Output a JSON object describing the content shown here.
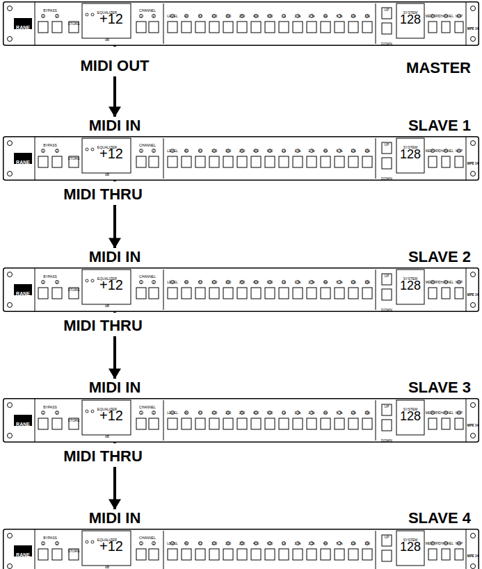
{
  "diagram": {
    "nodes": [
      {
        "text": [
          "MASTER",
          "RANE",
          "BYPASS",
          "1",
          "2",
          "STORE",
          "EQUALIZER",
          "+12",
          "dB",
          "CHANNEL",
          "1",
          "2",
          "LEVEL",
          "40",
          "63",
          "100",
          "160",
          "250",
          "400",
          "630",
          "1k",
          "1.6k",
          "2.5k",
          "4k",
          "6.3k",
          "10k",
          "16k",
          "UP",
          "DOWN",
          "SYSTEM",
          "128",
          "MEMORY",
          "CHANNEL",
          "MAP",
          "MPE 14"
        ]
      },
      {
        "text": [
          "SLAVE 1",
          "RANE",
          "BYPASS",
          "1",
          "2",
          "STORE",
          "EQUALIZER",
          "+12",
          "dB",
          "CHANNEL",
          "1",
          "2",
          "LEVEL",
          "40",
          "63",
          "100",
          "160",
          "250",
          "400",
          "630",
          "1k",
          "1.6k",
          "2.5k",
          "4k",
          "6.3k",
          "10k",
          "16k",
          "UP",
          "DOWN",
          "SYSTEM",
          "128",
          "MEMORY",
          "CHANNEL",
          "MAP",
          "MPE 14"
        ]
      },
      {
        "text": [
          "SLAVE 2",
          "RANE",
          "BYPASS",
          "1",
          "2",
          "STORE",
          "EQUALIZER",
          "+12",
          "dB",
          "CHANNEL",
          "1",
          "2",
          "LEVEL",
          "40",
          "63",
          "100",
          "160",
          "250",
          "400",
          "630",
          "1k",
          "1.6k",
          "2.5k",
          "4k",
          "6.3k",
          "10k",
          "16k",
          "UP",
          "DOWN",
          "SYSTEM",
          "128",
          "MEMORY",
          "CHANNEL",
          "MAP",
          "MPE 14"
        ]
      },
      {
        "text": [
          "SLAVE 3",
          "RANE",
          "BYPASS",
          "1",
          "2",
          "STORE",
          "EQUALIZER",
          "+12",
          "dB",
          "CHANNEL",
          "1",
          "2",
          "LEVEL",
          "40",
          "63",
          "100",
          "160",
          "250",
          "400",
          "630",
          "1k",
          "1.6k",
          "2.5k",
          "4k",
          "6.3k",
          "10k",
          "16k",
          "UP",
          "DOWN",
          "SYSTEM",
          "128",
          "MEMORY",
          "CHANNEL",
          "MAP",
          "MPE 14"
        ]
      },
      {
        "text": [
          "SLAVE 4",
          "RANE",
          "BYPASS",
          "1",
          "2",
          "STORE",
          "EQUALIZER",
          "+12",
          "dB",
          "CHANNEL",
          "1",
          "2",
          "LEVEL",
          "40",
          "63",
          "100",
          "160",
          "250",
          "400",
          "630",
          "1k",
          "1.6k",
          "2.5k",
          "4k",
          "6.3k",
          "10k",
          "16k",
          "UP",
          "DOWN",
          "SYSTEM",
          "128",
          "MEMORY",
          "CHANNEL",
          "MAP",
          "MPE 14"
        ]
      }
    ],
    "edges": [
      {
        "from": 0,
        "to": 1,
        "arrow": "to"
      },
      {
        "from": 1,
        "to": 2,
        "arrow": "to"
      },
      {
        "from": 2,
        "to": 3,
        "arrow": "to"
      },
      {
        "from": 3,
        "to": 4,
        "arrow": "to"
      }
    ],
    "labels": [
      "MIDI OUT",
      "MIDI IN",
      "MIDI THRU",
      "MIDI IN",
      "MIDI THRU",
      "MIDI IN",
      "MIDI THRU",
      "MIDI IN"
    ]
  }
}
